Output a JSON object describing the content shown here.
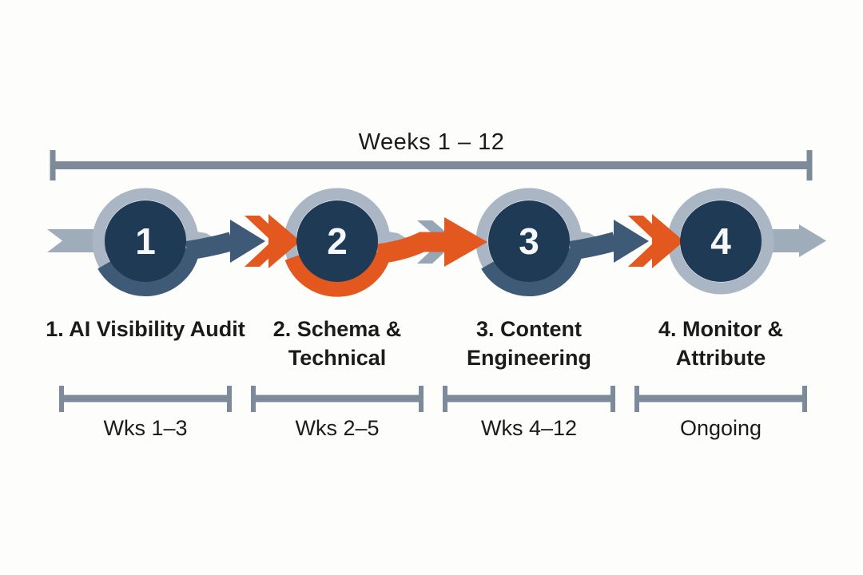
{
  "timeline": {
    "range_label": "Weeks 1 – 12"
  },
  "steps": [
    {
      "number": "1",
      "title": "1. AI Visibility Audit",
      "duration": "Wks 1–3"
    },
    {
      "number": "2",
      "title": "2. Schema & Technical",
      "duration": "Wks 2–5"
    },
    {
      "number": "3",
      "title": "3. Content Engineering",
      "duration": "Wks 4–12"
    },
    {
      "number": "4",
      "title": "4. Monitor & Attribute",
      "duration": "Ongoing"
    }
  ],
  "colors": {
    "background": "#fdfdfc",
    "ring": "#aab6c3",
    "band": "#9fadbb",
    "chevron": "#97a6b5",
    "node_fill": "#1f3a54",
    "connector_navy": "#3e5a77",
    "accent_orange": "#e2581e",
    "bracket": "#7d8a99",
    "text": "#1b1b1c",
    "number": "#f5f7fa"
  }
}
